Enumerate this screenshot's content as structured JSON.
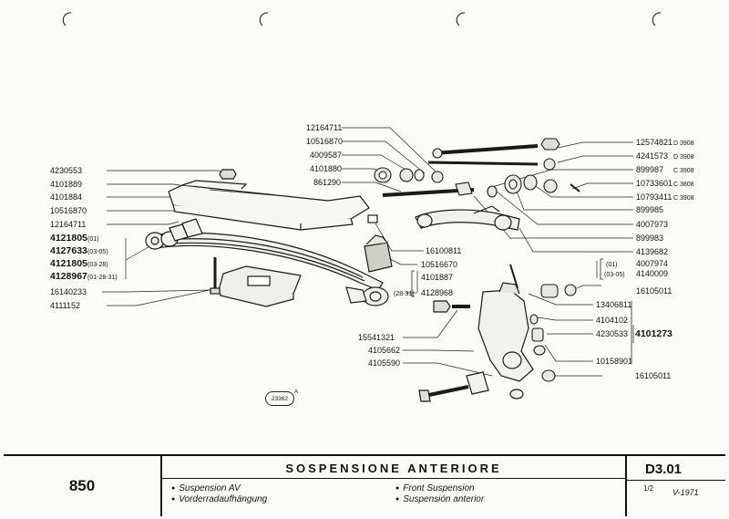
{
  "footer": {
    "model": "850",
    "title": "SOSPENSIONE ANTERIORE",
    "lang_fr": "Suspension AV",
    "lang_de": "Vorderradaufhängung",
    "lang_en": "Front Suspension",
    "lang_es": "Suspensión anterior",
    "code": "D3.01",
    "sheet": "1/2",
    "date": "V-1971"
  },
  "diagram": {
    "ref_badge": "23362",
    "ref_letter": "A",
    "parts_left": [
      {
        "number": "4230553",
        "note": ""
      },
      {
        "number": "4101889",
        "note": ""
      },
      {
        "number": "4101884",
        "note": ""
      },
      {
        "number": "10516870",
        "note": ""
      },
      {
        "number": "12164711",
        "note": ""
      },
      {
        "number": "4121805",
        "note": "(01)"
      },
      {
        "number": "4127633",
        "note": "(03-05)"
      },
      {
        "number": "4121805",
        "note": "(03-28)"
      },
      {
        "number": "4128967",
        "note": "(01-28-31)"
      },
      {
        "number": "16140233",
        "note": ""
      },
      {
        "number": "4111152",
        "note": ""
      }
    ],
    "parts_top": [
      {
        "number": "12164711"
      },
      {
        "number": "10516870"
      },
      {
        "number": "4009587"
      },
      {
        "number": "4101880"
      },
      {
        "number": "861290"
      }
    ],
    "parts_center": {
      "p1": "16100811",
      "p2": "10516670",
      "p3": "4101887",
      "p4": "4128968",
      "p4_note": "(28-31)"
    },
    "parts_right": [
      {
        "number": "12574821",
        "code": "D 3908"
      },
      {
        "number": "4241573",
        "code": "D 3908"
      },
      {
        "number": "899987",
        "code": "C 3908"
      },
      {
        "number": "10733601",
        "code": "C 3808"
      },
      {
        "number": "10793411",
        "code": "C 3908"
      },
      {
        "number": "899985",
        "code": ""
      },
      {
        "number": "4007973",
        "code": ""
      },
      {
        "number": "899983",
        "code": ""
      },
      {
        "number": "4139682",
        "code": ""
      }
    ],
    "parts_lower_right": {
      "a_note": "(01)",
      "a_num": "4007974",
      "b_note": "(03-05)",
      "b_num": "4140009",
      "c": "16105011",
      "d": "13406811",
      "e": "4104102",
      "f": "4230533",
      "group": "4101273",
      "g": "10158901",
      "h": "16105011"
    },
    "parts_lower_center": [
      {
        "number": "15541321"
      },
      {
        "number": "4105662"
      },
      {
        "number": "4105590"
      }
    ]
  }
}
